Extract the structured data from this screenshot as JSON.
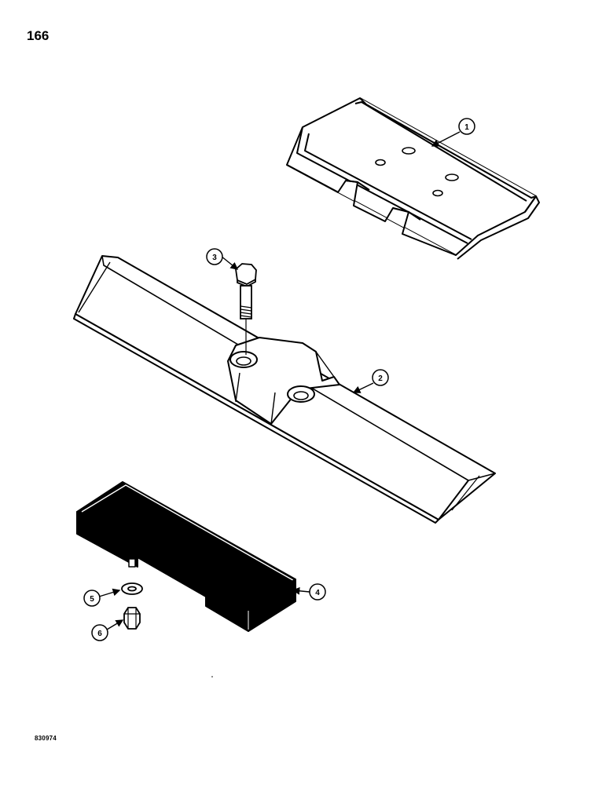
{
  "page": {
    "number": "166",
    "figure_code": "830974"
  },
  "callouts": [
    {
      "id": "1",
      "label": "1"
    },
    {
      "id": "2",
      "label": "2"
    },
    {
      "id": "3",
      "label": "3"
    },
    {
      "id": "4",
      "label": "4"
    },
    {
      "id": "5",
      "label": "5"
    },
    {
      "id": "6",
      "label": "6"
    }
  ],
  "colors": {
    "ink": "#000000",
    "paper": "#ffffff"
  }
}
